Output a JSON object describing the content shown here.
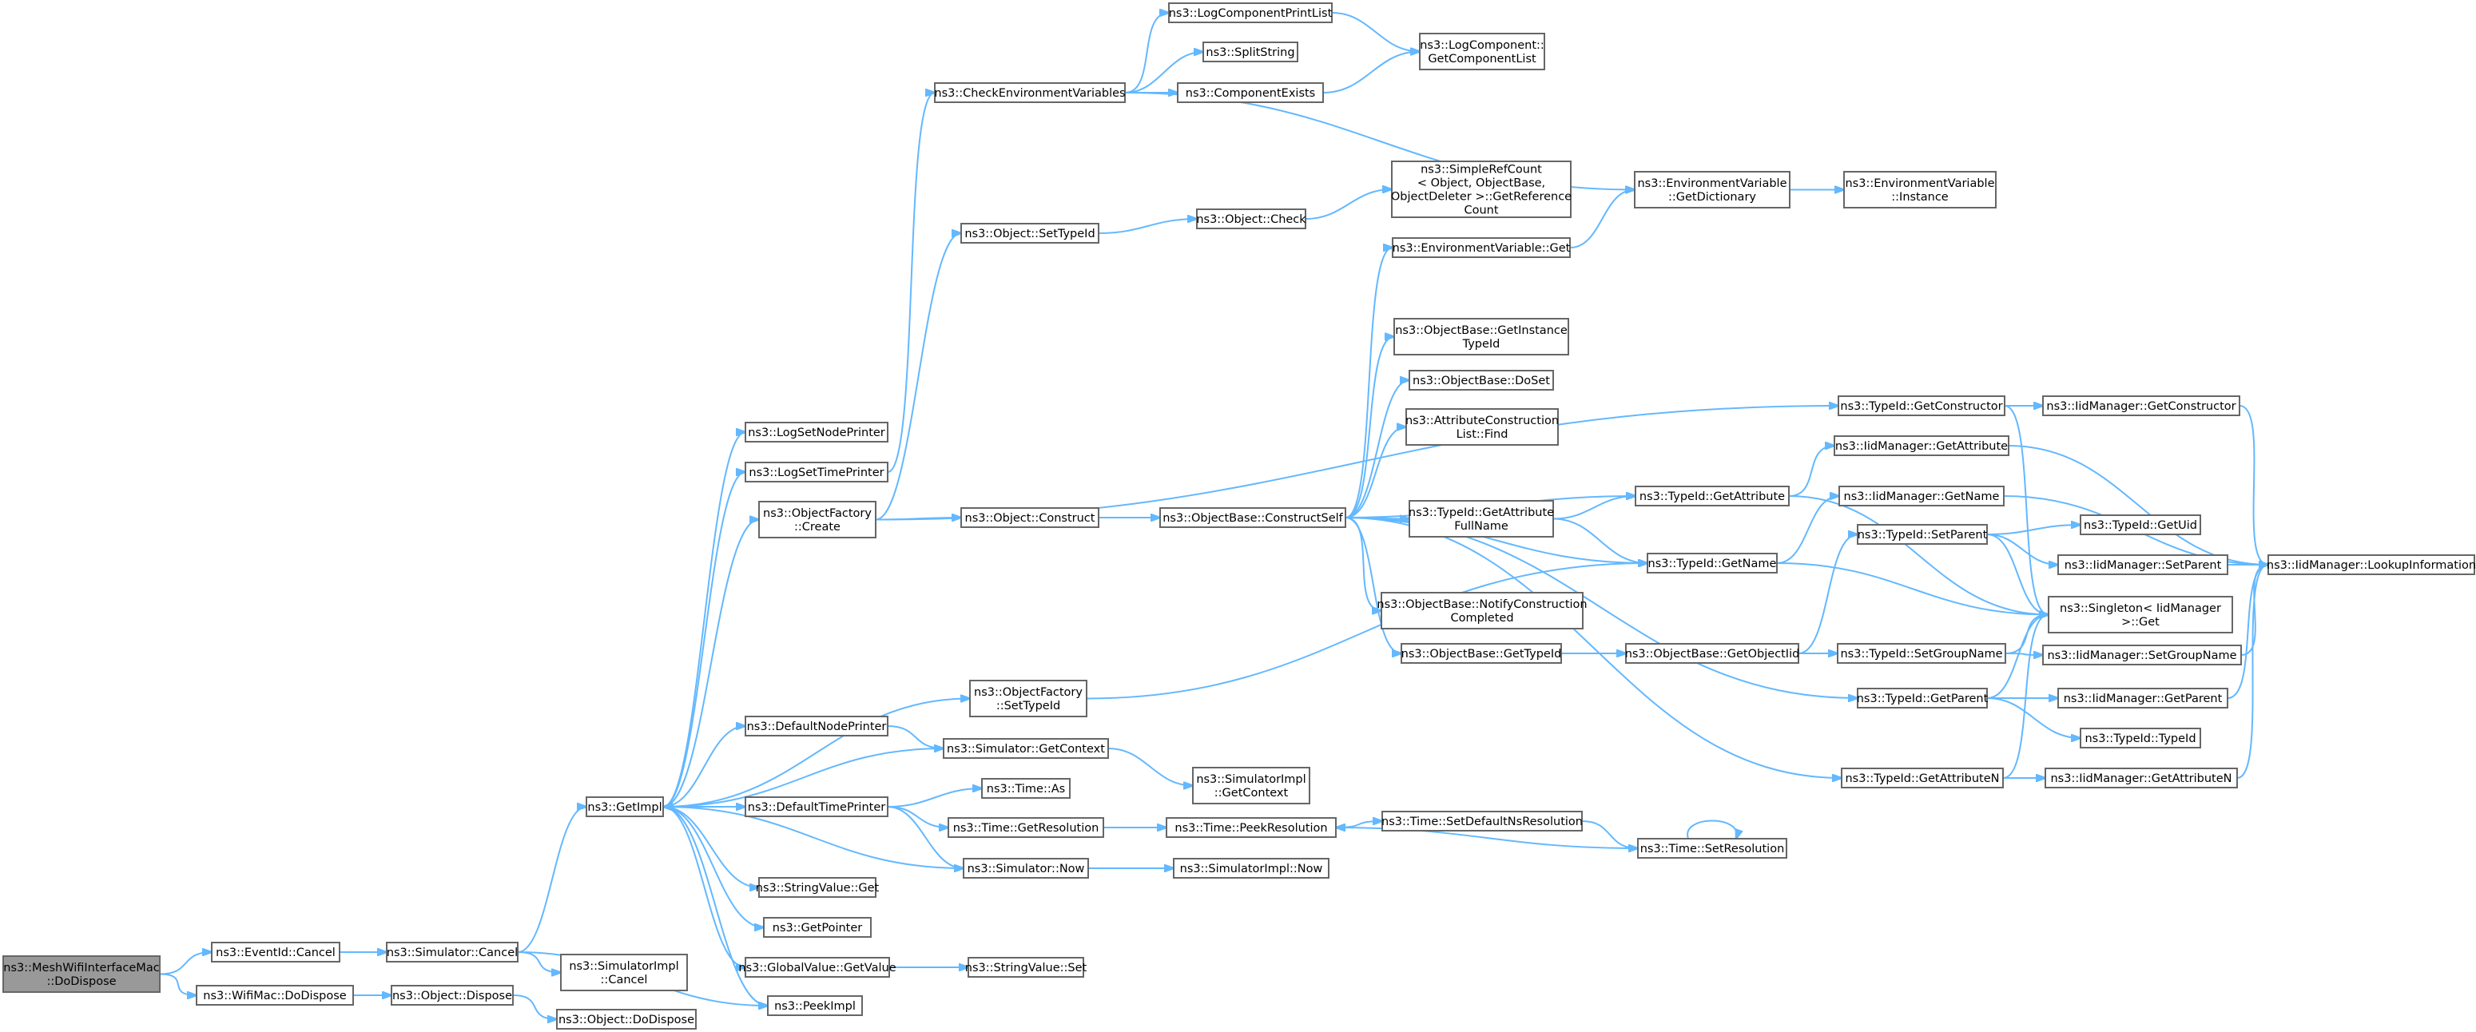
{
  "diagram": {
    "type": "call-graph",
    "colors": {
      "edge": "#63b8ff",
      "root_fill": "#999999",
      "node_border": "#666666",
      "node_fill": "#ffffff"
    },
    "nodes": [
      {
        "id": "root",
        "lines": [
          "ns3::MeshWifiInterfaceMac",
          "::DoDispose"
        ],
        "root": true
      },
      {
        "id": "eventid_cancel",
        "lines": [
          "ns3::EventId::Cancel"
        ]
      },
      {
        "id": "wifimac_dodispose",
        "lines": [
          "ns3::WifiMac::DoDispose"
        ]
      },
      {
        "id": "sim_cancel",
        "lines": [
          "ns3::Simulator::Cancel"
        ]
      },
      {
        "id": "obj_dispose",
        "lines": [
          "ns3::Object::Dispose"
        ]
      },
      {
        "id": "simimpl_cancel",
        "lines": [
          "ns3::SimulatorImpl",
          "::Cancel"
        ]
      },
      {
        "id": "obj_dodispose",
        "lines": [
          "ns3::Object::DoDispose"
        ]
      },
      {
        "id": "getimpl",
        "lines": [
          "ns3::GetImpl"
        ]
      },
      {
        "id": "peekimpl",
        "lines": [
          "ns3::PeekImpl"
        ]
      },
      {
        "id": "log_nodeprinter",
        "lines": [
          "ns3::LogSetNodePrinter"
        ]
      },
      {
        "id": "log_timeprinter",
        "lines": [
          "ns3::LogSetTimePrinter"
        ]
      },
      {
        "id": "objfactory_create",
        "lines": [
          "ns3::ObjectFactory",
          "::Create"
        ]
      },
      {
        "id": "objfactory_settypeid",
        "lines": [
          "ns3::ObjectFactory",
          "::SetTypeId"
        ]
      },
      {
        "id": "default_nodeprinter",
        "lines": [
          "ns3::DefaultNodePrinter"
        ]
      },
      {
        "id": "default_timeprinter",
        "lines": [
          "ns3::DefaultTimePrinter"
        ]
      },
      {
        "id": "stringvalue_get",
        "lines": [
          "ns3::StringValue::Get"
        ]
      },
      {
        "id": "getpointer",
        "lines": [
          "ns3::GetPointer"
        ]
      },
      {
        "id": "globalvalue_getvalue",
        "lines": [
          "ns3::GlobalValue::GetValue"
        ]
      },
      {
        "id": "check_env",
        "lines": [
          "ns3::CheckEnvironmentVariables"
        ]
      },
      {
        "id": "obj_settypeid",
        "lines": [
          "ns3::Object::SetTypeId"
        ]
      },
      {
        "id": "obj_construct",
        "lines": [
          "ns3::Object::Construct"
        ]
      },
      {
        "id": "sim_getcontext",
        "lines": [
          "ns3::Simulator::GetContext"
        ]
      },
      {
        "id": "time_as",
        "lines": [
          "ns3::Time::As"
        ]
      },
      {
        "id": "time_getresolution",
        "lines": [
          "ns3::Time::GetResolution"
        ]
      },
      {
        "id": "sim_now",
        "lines": [
          "ns3::Simulator::Now"
        ]
      },
      {
        "id": "stringvalue_set",
        "lines": [
          "ns3::StringValue::Set"
        ]
      },
      {
        "id": "log_printlist",
        "lines": [
          "ns3::LogComponentPrintList"
        ]
      },
      {
        "id": "splitstring",
        "lines": [
          "ns3::SplitString"
        ]
      },
      {
        "id": "component_exists",
        "lines": [
          "ns3::ComponentExists"
        ]
      },
      {
        "id": "obj_check",
        "lines": [
          "ns3::Object::Check"
        ]
      },
      {
        "id": "objbase_constructself",
        "lines": [
          "ns3::ObjectBase::ConstructSelf"
        ]
      },
      {
        "id": "simimpl_getcontext",
        "lines": [
          "ns3::SimulatorImpl",
          "::GetContext"
        ]
      },
      {
        "id": "time_peekresolution",
        "lines": [
          "ns3::Time::PeekResolution"
        ]
      },
      {
        "id": "simimpl_now",
        "lines": [
          "ns3::SimulatorImpl::Now"
        ]
      },
      {
        "id": "logcomp_getlist",
        "lines": [
          "ns3::LogComponent::",
          "GetComponentList"
        ]
      },
      {
        "id": "simplerefcount",
        "lines": [
          "ns3::SimpleRefCount",
          "< Object, ObjectBase,",
          "ObjectDeleter >::GetReference",
          "Count"
        ]
      },
      {
        "id": "envvar_get",
        "lines": [
          "ns3::EnvironmentVariable::Get"
        ]
      },
      {
        "id": "objbase_getinstancetypeid",
        "lines": [
          "ns3::ObjectBase::GetInstance",
          "TypeId"
        ]
      },
      {
        "id": "objbase_doset",
        "lines": [
          "ns3::ObjectBase::DoSet"
        ]
      },
      {
        "id": "attrconstruction_find",
        "lines": [
          "ns3::AttributeConstruction",
          "List::Find"
        ]
      },
      {
        "id": "typeid_getattributefullname",
        "lines": [
          "ns3::TypeId::GetAttribute",
          "FullName"
        ]
      },
      {
        "id": "objbase_notify",
        "lines": [
          "ns3::ObjectBase::NotifyConstruction",
          "Completed"
        ]
      },
      {
        "id": "objbase_gettypeid",
        "lines": [
          "ns3::ObjectBase::GetTypeId"
        ]
      },
      {
        "id": "time_setdefaultns",
        "lines": [
          "ns3::Time::SetDefaultNsResolution"
        ]
      },
      {
        "id": "envvar_getdict",
        "lines": [
          "ns3::EnvironmentVariable",
          "::GetDictionary"
        ]
      },
      {
        "id": "typeid_getattribute",
        "lines": [
          "ns3::TypeId::GetAttribute"
        ]
      },
      {
        "id": "typeid_getname",
        "lines": [
          "ns3::TypeId::GetName"
        ]
      },
      {
        "id": "objbase_getobjectiid",
        "lines": [
          "ns3::ObjectBase::GetObjectIid"
        ]
      },
      {
        "id": "time_setresolution",
        "lines": [
          "ns3::Time::SetResolution"
        ]
      },
      {
        "id": "envvar_instance",
        "lines": [
          "ns3::EnvironmentVariable",
          "::Instance"
        ]
      },
      {
        "id": "typeid_getconstructor",
        "lines": [
          "ns3::TypeId::GetConstructor"
        ]
      },
      {
        "id": "iidmgr_getattribute",
        "lines": [
          "ns3::IidManager::GetAttribute"
        ]
      },
      {
        "id": "iidmgr_getname",
        "lines": [
          "ns3::IidManager::GetName"
        ]
      },
      {
        "id": "typeid_setparent",
        "lines": [
          "ns3::TypeId::SetParent"
        ]
      },
      {
        "id": "typeid_setgroupname",
        "lines": [
          "ns3::TypeId::SetGroupName"
        ]
      },
      {
        "id": "typeid_getparent",
        "lines": [
          "ns3::TypeId::GetParent"
        ]
      },
      {
        "id": "typeid_getattributen",
        "lines": [
          "ns3::TypeId::GetAttributeN"
        ]
      },
      {
        "id": "iidmgr_getconstructor",
        "lines": [
          "ns3::IidManager::GetConstructor"
        ]
      },
      {
        "id": "typeid_getuid",
        "lines": [
          "ns3::TypeId::GetUid"
        ]
      },
      {
        "id": "iidmgr_setparent",
        "lines": [
          "ns3::IidManager::SetParent"
        ]
      },
      {
        "id": "singleton_get",
        "lines": [
          "ns3::Singleton< IidManager",
          ">::Get"
        ]
      },
      {
        "id": "iidmgr_setgroupname",
        "lines": [
          "ns3::IidManager::SetGroupName"
        ]
      },
      {
        "id": "iidmgr_getparent",
        "lines": [
          "ns3::IidManager::GetParent"
        ]
      },
      {
        "id": "typeid_typeid",
        "lines": [
          "ns3::TypeId::TypeId"
        ]
      },
      {
        "id": "iidmgr_getattributen",
        "lines": [
          "ns3::IidManager::GetAttributeN"
        ]
      },
      {
        "id": "iidmgr_lookup",
        "lines": [
          "ns3::IidManager::LookupInformation"
        ]
      }
    ],
    "edges": [
      [
        "root",
        "eventid_cancel"
      ],
      [
        "root",
        "wifimac_dodispose"
      ],
      [
        "eventid_cancel",
        "sim_cancel"
      ],
      [
        "wifimac_dodispose",
        "obj_dispose"
      ],
      [
        "sim_cancel",
        "getimpl"
      ],
      [
        "sim_cancel",
        "peekimpl"
      ],
      [
        "sim_cancel",
        "simimpl_cancel"
      ],
      [
        "obj_dispose",
        "obj_dodispose"
      ],
      [
        "getimpl",
        "log_nodeprinter"
      ],
      [
        "getimpl",
        "log_timeprinter"
      ],
      [
        "getimpl",
        "objfactory_create"
      ],
      [
        "getimpl",
        "objfactory_settypeid"
      ],
      [
        "getimpl",
        "default_nodeprinter"
      ],
      [
        "getimpl",
        "default_timeprinter"
      ],
      [
        "getimpl",
        "stringvalue_get"
      ],
      [
        "getimpl",
        "getpointer"
      ],
      [
        "getimpl",
        "globalvalue_getvalue"
      ],
      [
        "getimpl",
        "peekimpl"
      ],
      [
        "log_timeprinter",
        "check_env"
      ],
      [
        "objfactory_create",
        "obj_settypeid"
      ],
      [
        "objfactory_create",
        "obj_construct"
      ],
      [
        "objfactory_create",
        "typeid_getconstructor"
      ],
      [
        "objfactory_settypeid",
        "typeid_getname"
      ],
      [
        "default_nodeprinter",
        "sim_getcontext"
      ],
      [
        "default_timeprinter",
        "time_as"
      ],
      [
        "default_timeprinter",
        "time_getresolution"
      ],
      [
        "default_timeprinter",
        "sim_now"
      ],
      [
        "globalvalue_getvalue",
        "stringvalue_set"
      ],
      [
        "check_env",
        "log_printlist"
      ],
      [
        "check_env",
        "splitstring"
      ],
      [
        "check_env",
        "component_exists"
      ],
      [
        "check_env",
        "envvar_getdict"
      ],
      [
        "obj_settypeid",
        "obj_check"
      ],
      [
        "obj_construct",
        "objbase_constructself"
      ],
      [
        "sim_getcontext",
        "getimpl"
      ],
      [
        "sim_getcontext",
        "simimpl_getcontext"
      ],
      [
        "sim_now",
        "getimpl"
      ],
      [
        "sim_now",
        "simimpl_now"
      ],
      [
        "time_getresolution",
        "time_peekresolution"
      ],
      [
        "log_printlist",
        "logcomp_getlist"
      ],
      [
        "component_exists",
        "logcomp_getlist"
      ],
      [
        "obj_check",
        "simplerefcount"
      ],
      [
        "objbase_constructself",
        "envvar_get"
      ],
      [
        "objbase_constructself",
        "objbase_getinstancetypeid"
      ],
      [
        "objbase_constructself",
        "objbase_doset"
      ],
      [
        "objbase_constructself",
        "attrconstruction_find"
      ],
      [
        "objbase_constructself",
        "typeid_getattribute"
      ],
      [
        "objbase_constructself",
        "typeid_getattributefullname"
      ],
      [
        "objbase_constructself",
        "typeid_getname"
      ],
      [
        "objbase_constructself",
        "objbase_notify"
      ],
      [
        "objbase_constructself",
        "objbase_gettypeid"
      ],
      [
        "objbase_constructself",
        "typeid_getparent"
      ],
      [
        "objbase_constructself",
        "typeid_getattributen"
      ],
      [
        "time_peekresolution",
        "time_setdefaultns"
      ],
      [
        "time_setdefaultns",
        "time_setresolution"
      ],
      [
        "time_setresolution",
        "time_peekresolution"
      ],
      [
        "time_setresolution",
        "time_setresolution"
      ],
      [
        "envvar_get",
        "envvar_getdict"
      ],
      [
        "envvar_getdict",
        "envvar_instance"
      ],
      [
        "typeid_getattributefullname",
        "typeid_getattribute"
      ],
      [
        "typeid_getattributefullname",
        "typeid_getname"
      ],
      [
        "objbase_gettypeid",
        "objbase_getobjectiid"
      ],
      [
        "objbase_getobjectiid",
        "typeid_setparent"
      ],
      [
        "objbase_getobjectiid",
        "typeid_setgroupname"
      ],
      [
        "typeid_getattribute",
        "iidmgr_getattribute"
      ],
      [
        "typeid_getattribute",
        "singleton_get"
      ],
      [
        "typeid_getname",
        "iidmgr_getname"
      ],
      [
        "typeid_getname",
        "singleton_get"
      ],
      [
        "typeid_getconstructor",
        "iidmgr_getconstructor"
      ],
      [
        "typeid_getconstructor",
        "singleton_get"
      ],
      [
        "typeid_setparent",
        "typeid_getuid"
      ],
      [
        "typeid_setparent",
        "iidmgr_setparent"
      ],
      [
        "typeid_setparent",
        "singleton_get"
      ],
      [
        "typeid_setgroupname",
        "iidmgr_setgroupname"
      ],
      [
        "typeid_setgroupname",
        "singleton_get"
      ],
      [
        "typeid_getparent",
        "iidmgr_getparent"
      ],
      [
        "typeid_getparent",
        "typeid_typeid"
      ],
      [
        "typeid_getparent",
        "singleton_get"
      ],
      [
        "typeid_getattributen",
        "iidmgr_getattributen"
      ],
      [
        "typeid_getattributen",
        "singleton_get"
      ],
      [
        "iidmgr_getconstructor",
        "iidmgr_lookup"
      ],
      [
        "iidmgr_getattribute",
        "iidmgr_lookup"
      ],
      [
        "iidmgr_getname",
        "iidmgr_lookup"
      ],
      [
        "iidmgr_setparent",
        "iidmgr_lookup"
      ],
      [
        "iidmgr_setgroupname",
        "iidmgr_lookup"
      ],
      [
        "iidmgr_getparent",
        "iidmgr_lookup"
      ],
      [
        "iidmgr_getattributen",
        "iidmgr_lookup"
      ]
    ]
  }
}
